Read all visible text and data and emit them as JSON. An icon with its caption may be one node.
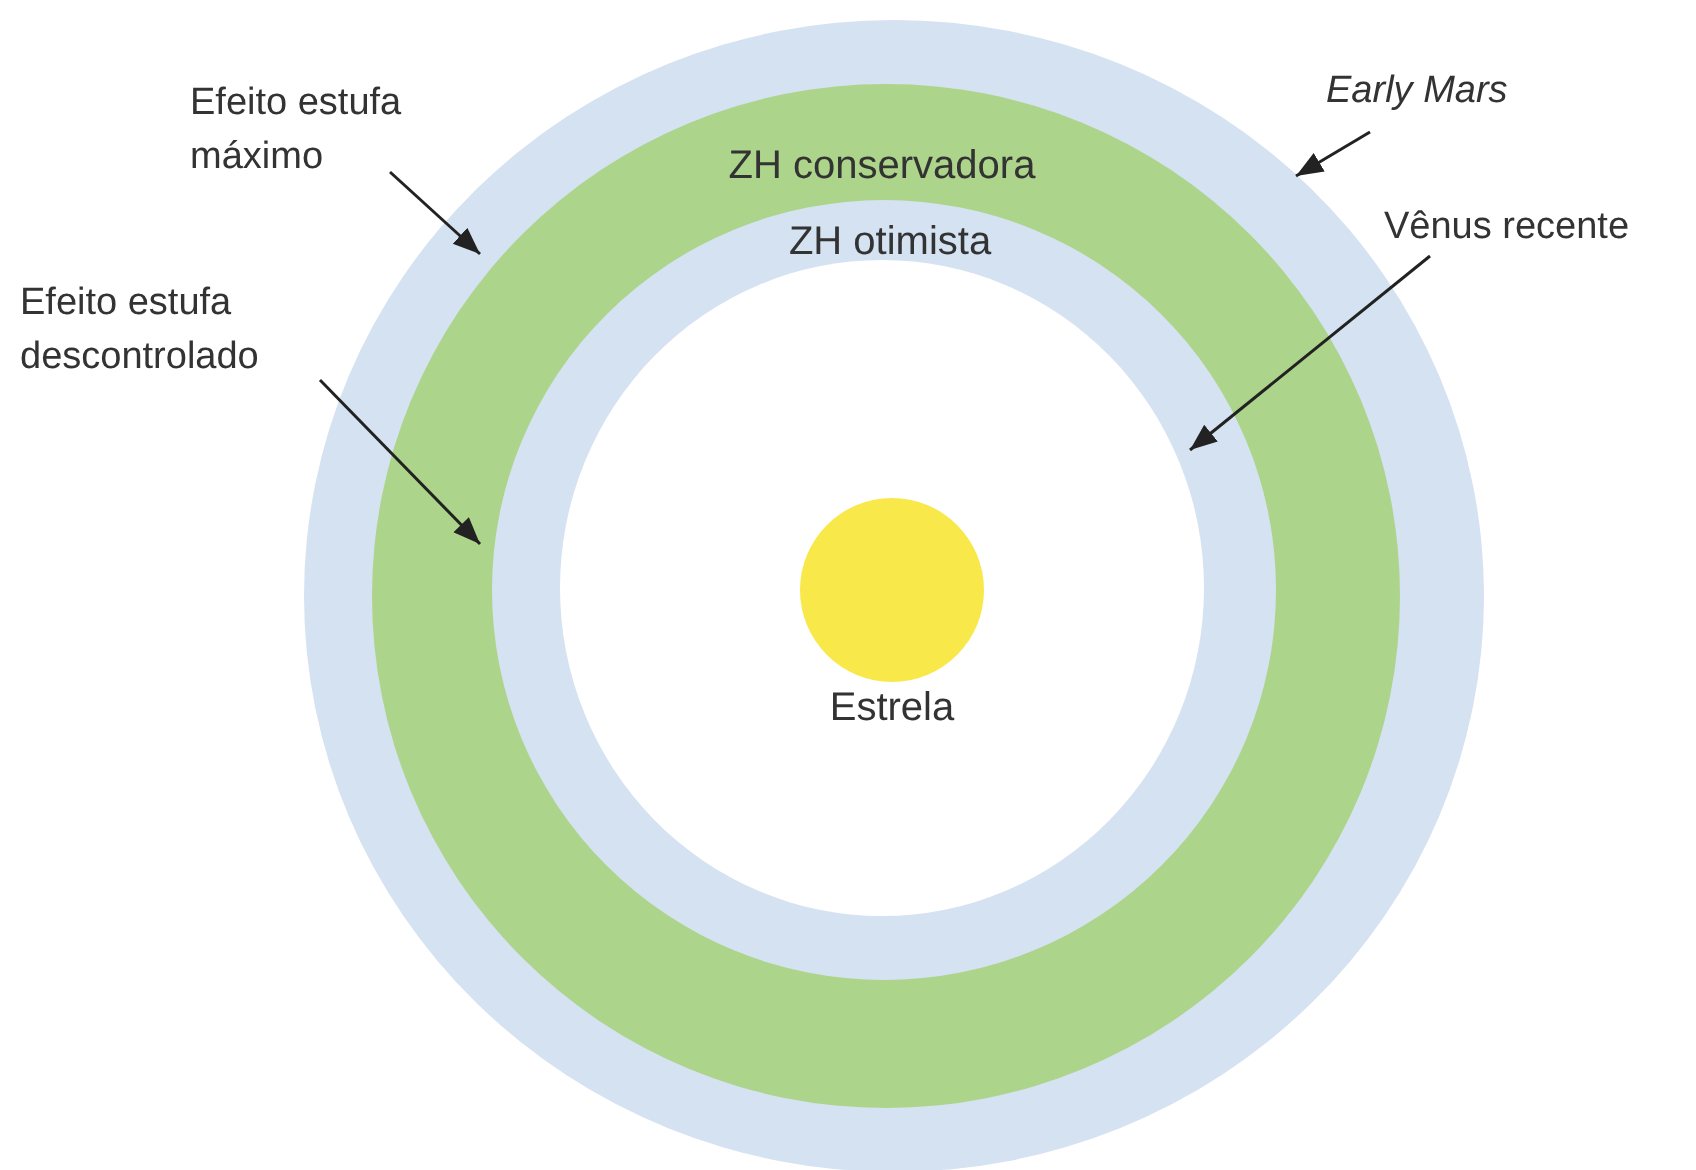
{
  "diagram": {
    "nodes": [
      {
        "text": [],
        "shape": "circle"
      },
      {
        "text": [
          "ZH conservadora"
        ],
        "in": 0
      },
      {
        "text": [
          "ZH otimista"
        ],
        "in": 1
      },
      {
        "text": [],
        "shape": "circle",
        "in": 2
      },
      {
        "text": [],
        "shape": "circle",
        "in": 3,
        "beside": [
          "Estrela"
        ]
      },
      {
        "text": [
          "Efeito estufa máximo"
        ]
      },
      {
        "text": [
          "Early Mars"
        ]
      },
      {
        "text": [
          "Efeito estufa descontrolado"
        ]
      },
      {
        "text": [
          "Vênus recente"
        ]
      }
    ],
    "edges": [
      {
        "from": 5,
        "to": 1,
        "arrow": "to"
      },
      {
        "from": 6,
        "to": 0,
        "arrow": "to"
      },
      {
        "from": 7,
        "to": 2,
        "arrow": "to"
      },
      {
        "from": 8,
        "to": 3,
        "arrow": "to"
      }
    ]
  }
}
